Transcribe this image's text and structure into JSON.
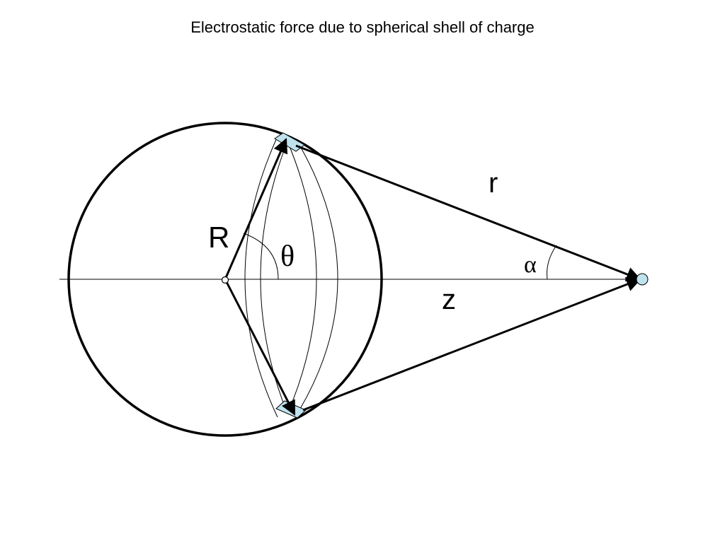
{
  "title": "Electrostatic force due to spherical shell of charge",
  "labels": {
    "r": "r",
    "R": "R",
    "theta": "θ",
    "alpha": "α",
    "z": "z"
  },
  "colors": {
    "stroke": "#000000",
    "patch_fill": "#bfe3ee",
    "point_fill": "#bfe3ee",
    "background": "#ffffff"
  }
}
